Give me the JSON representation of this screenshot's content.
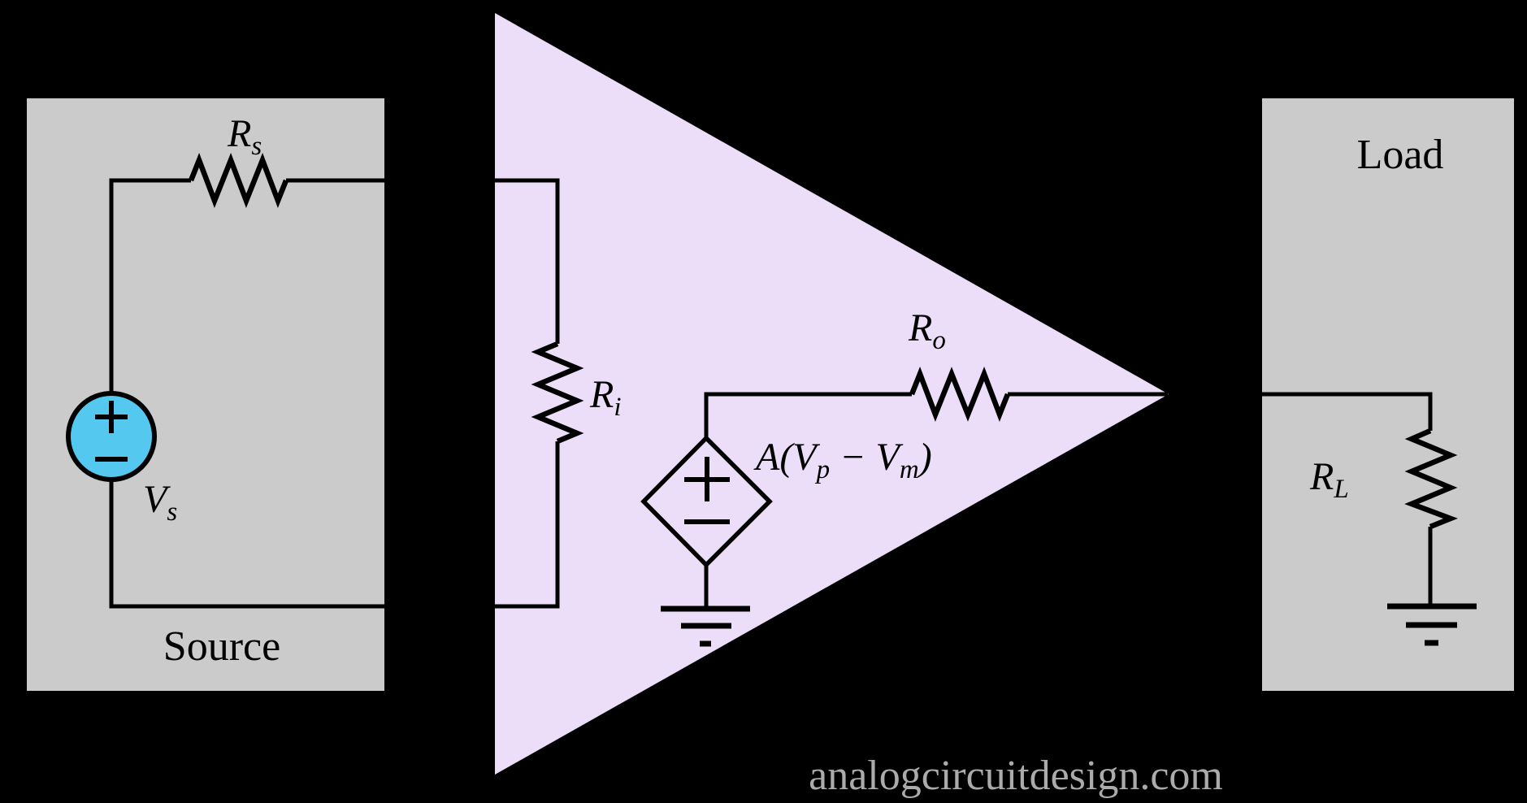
{
  "theme": {
    "background": "#000000",
    "block_fill": "#CBCBCB",
    "amp_fill": "#ECDEF8",
    "wire": "#000000",
    "label": "#000000",
    "vs_fill": "#55C8F0",
    "watermark": "#ABABAB"
  },
  "source_block": {
    "label": "Source",
    "rs": {
      "base": "R",
      "sub": "s"
    },
    "vs": {
      "base": "V",
      "sub": "s"
    }
  },
  "amplifier": {
    "ri": {
      "base": "R",
      "sub": "i"
    },
    "ro": {
      "base": "R",
      "sub": "o"
    },
    "gain": {
      "p1": "A(V",
      "sub1": "p",
      "p2": " − V",
      "sub2": "m",
      "p3": ")"
    }
  },
  "load_block": {
    "label": "Load",
    "rl": {
      "base": "R",
      "sub": "L"
    }
  },
  "watermark": {
    "text": "analogcircuitdesign.com"
  }
}
